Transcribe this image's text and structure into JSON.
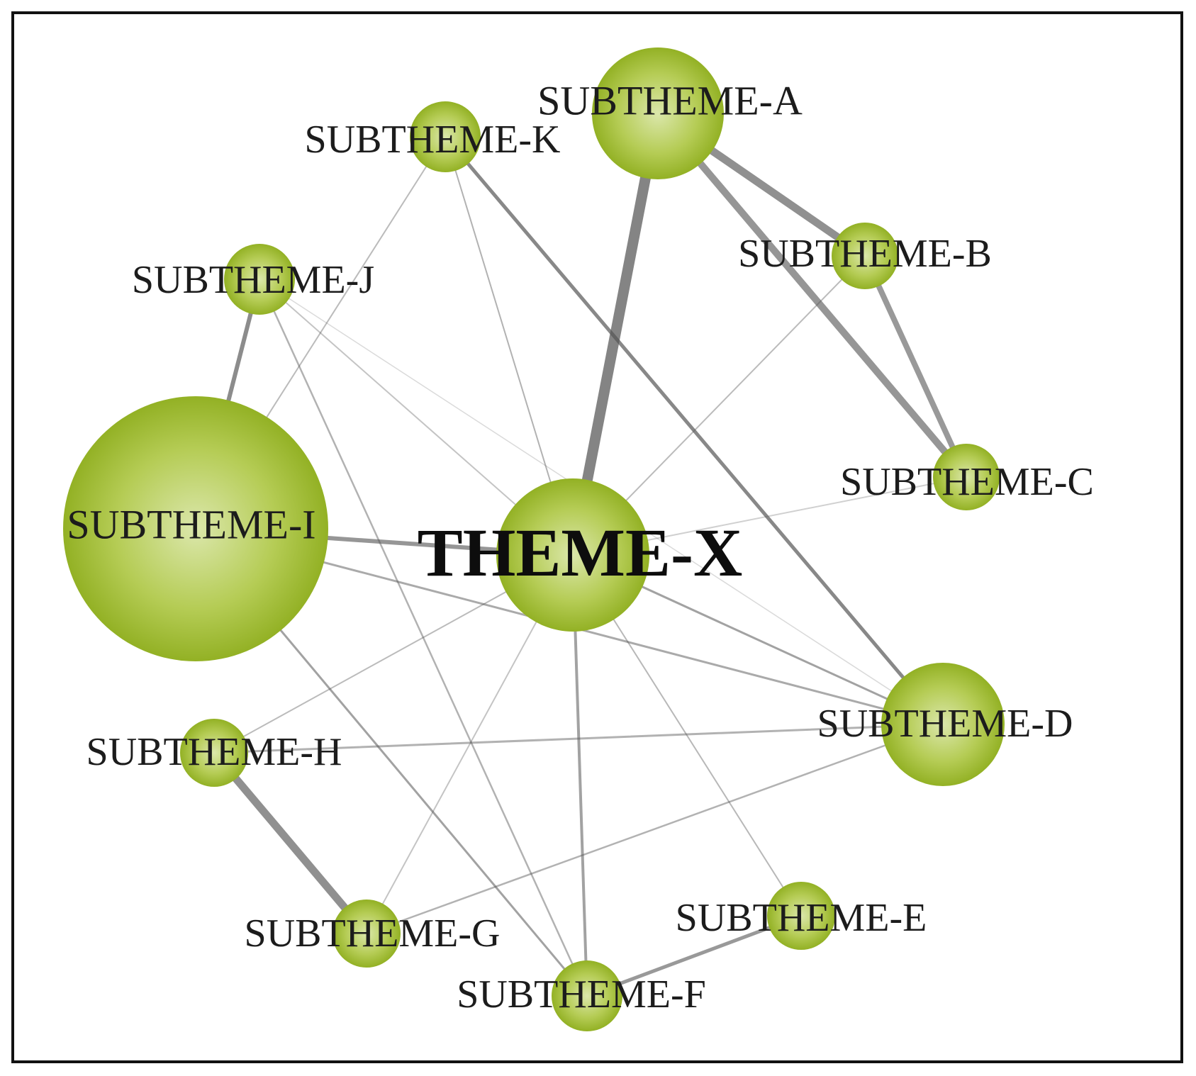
{
  "diagram": {
    "center": {
      "id": "X",
      "label": "THEME-X"
    },
    "nodes": [
      {
        "id": "A",
        "label": "SUBTHEME-A"
      },
      {
        "id": "B",
        "label": "SUBTHEME-B"
      },
      {
        "id": "C",
        "label": "SUBTHEME-C"
      },
      {
        "id": "D",
        "label": "SUBTHEME-D"
      },
      {
        "id": "E",
        "label": "SUBTHEME-E"
      },
      {
        "id": "F",
        "label": "SUBTHEME-F"
      },
      {
        "id": "G",
        "label": "SUBTHEME-G"
      },
      {
        "id": "H",
        "label": "SUBTHEME-H"
      },
      {
        "id": "I",
        "label": "SUBTHEME-I"
      },
      {
        "id": "J",
        "label": "SUBTHEME-J"
      },
      {
        "id": "K",
        "label": "SUBTHEME-K"
      }
    ],
    "edges": [
      {
        "from": "X",
        "to": "A"
      },
      {
        "from": "A",
        "to": "B"
      },
      {
        "from": "A",
        "to": "C"
      },
      {
        "from": "B",
        "to": "C"
      },
      {
        "from": "X",
        "to": "B"
      },
      {
        "from": "X",
        "to": "C"
      },
      {
        "from": "K",
        "to": "D"
      },
      {
        "from": "K",
        "to": "X"
      },
      {
        "from": "K",
        "to": "I"
      },
      {
        "from": "J",
        "to": "I"
      },
      {
        "from": "J",
        "to": "X"
      },
      {
        "from": "J",
        "to": "D"
      },
      {
        "from": "J",
        "to": "F"
      },
      {
        "from": "I",
        "to": "X"
      },
      {
        "from": "I",
        "to": "D"
      },
      {
        "from": "I",
        "to": "F"
      },
      {
        "from": "X",
        "to": "D"
      },
      {
        "from": "X",
        "to": "H"
      },
      {
        "from": "X",
        "to": "G"
      },
      {
        "from": "X",
        "to": "F"
      },
      {
        "from": "X",
        "to": "E"
      },
      {
        "from": "H",
        "to": "D"
      },
      {
        "from": "H",
        "to": "G"
      },
      {
        "from": "G",
        "to": "D"
      },
      {
        "from": "F",
        "to": "E"
      }
    ],
    "colors": {
      "node_fill": "#9ab82a",
      "node_highlight": "#d9e6a8",
      "edge": "#555555",
      "border": "#111111"
    }
  }
}
